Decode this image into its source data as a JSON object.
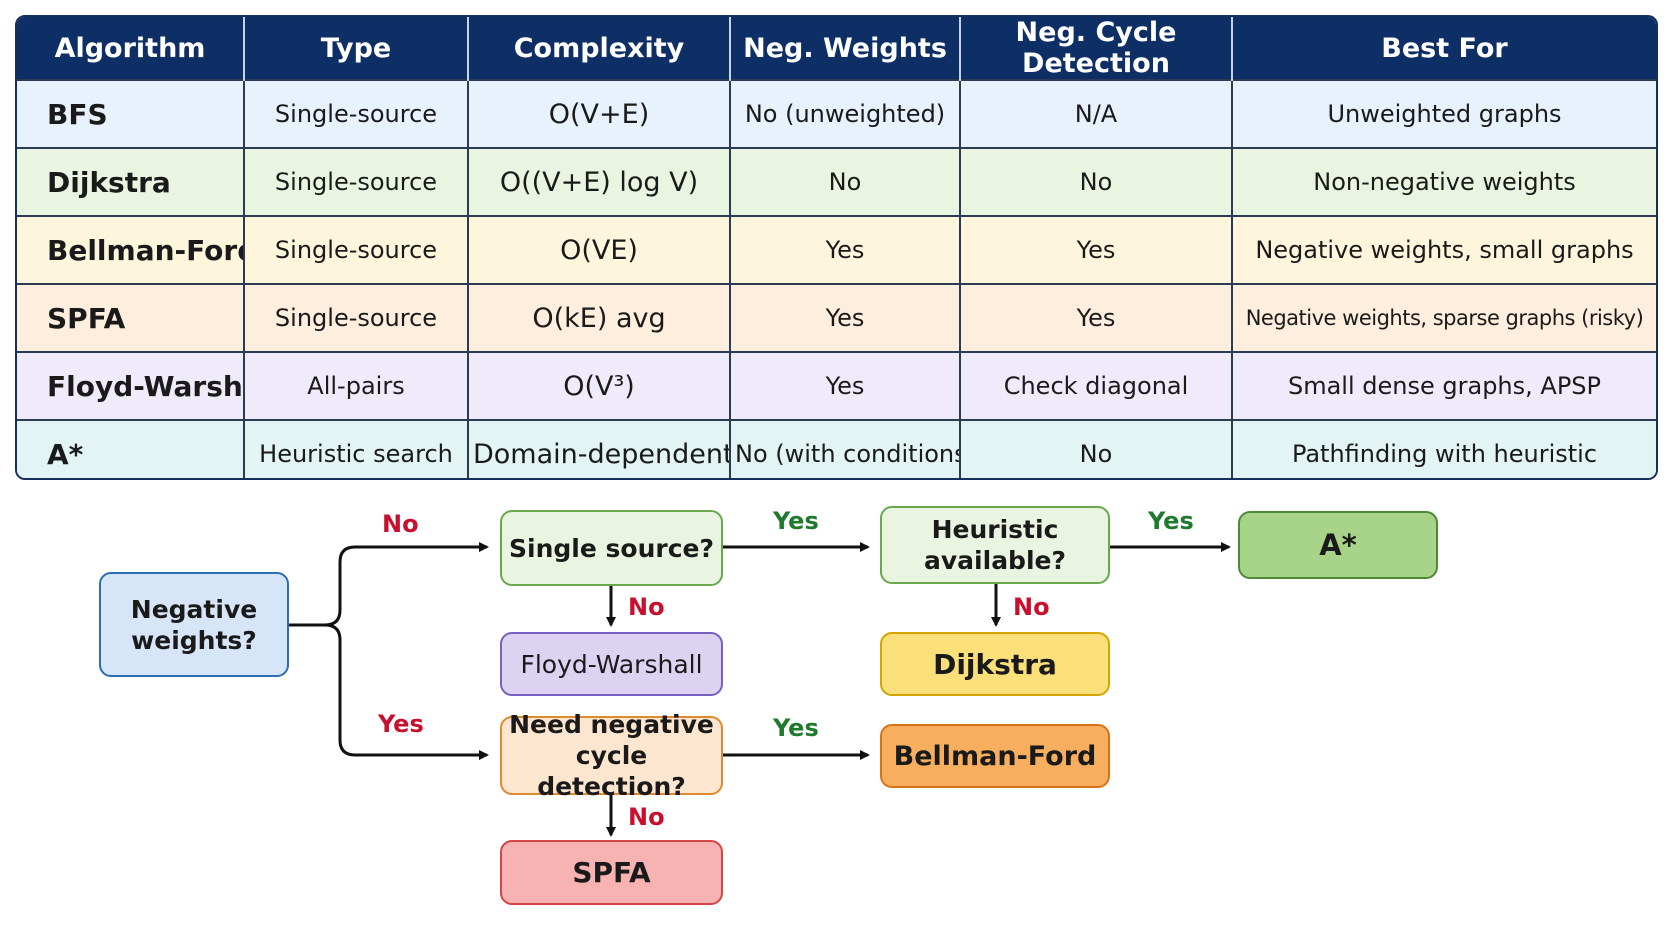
{
  "table": {
    "headers": [
      "Algorithm",
      "Type",
      "Complexity",
      "Neg. Weights",
      "Neg. Cycle Detection",
      "Best For"
    ],
    "rows": [
      {
        "name": "BFS",
        "type": "Single-source",
        "complexity": "O(V+E)",
        "neg_weights": "No (unweighted)",
        "neg_cycle": "N/A",
        "best_for": "Unweighted graphs",
        "bg": "#e8f2fd"
      },
      {
        "name": "Dijkstra",
        "type": "Single-source",
        "complexity": "O((V+E) log V)",
        "neg_weights": "No",
        "neg_cycle": "No",
        "best_for": "Non-negative weights",
        "bg": "#eaf5e1"
      },
      {
        "name": "Bellman-Ford",
        "type": "Single-source",
        "complexity": "O(VE)",
        "neg_weights": "Yes",
        "neg_cycle": "Yes",
        "best_for": "Negative weights, small graphs",
        "bg": "#fdf6dc"
      },
      {
        "name": "SPFA",
        "type": "Single-source",
        "complexity": "O(kE) avg",
        "neg_weights": "Yes",
        "neg_cycle": "Yes",
        "best_for": "Negative weights, sparse graphs (risky)",
        "bg": "#fdeedd"
      },
      {
        "name": "Floyd-Warshall",
        "type": "All-pairs",
        "complexity": "O(V³)",
        "neg_weights": "Yes",
        "neg_cycle": "Check diagonal",
        "best_for": "Small dense graphs, APSP",
        "bg": "#efebfa"
      },
      {
        "name": "A*",
        "type": "Heuristic search",
        "complexity": "Domain-dependent",
        "neg_weights": "No (with conditions)",
        "neg_cycle": "No",
        "best_for": "Pathfinding with heuristic",
        "bg": "#e2f4f3"
      }
    ]
  },
  "flowchart": {
    "nodes": {
      "negative_weights": {
        "text": "Negative\nweights?",
        "bg": "#d6e6f8",
        "border": "#2c6db3"
      },
      "single_source": {
        "text": "Single source?",
        "bg": "#eaf5e1",
        "border": "#6aa84f"
      },
      "heuristic": {
        "text": "Heuristic\navailable?",
        "bg": "#eaf5e1",
        "border": "#6aa84f"
      },
      "astar": {
        "text": "A*",
        "bg": "#a8d48a",
        "border": "#4e8a35"
      },
      "floyd": {
        "text": "Floyd-Warshall",
        "bg": "#dcd3f3",
        "border": "#7a5fc2"
      },
      "dijkstra": {
        "text": "Dijkstra",
        "bg": "#fbe07a",
        "border": "#d4a500"
      },
      "need_cycle": {
        "text": "Need negative\ncycle detection?",
        "bg": "#fde6cf",
        "border": "#e08a2e"
      },
      "bellman": {
        "text": "Bellman-Ford",
        "bg": "#f7ae5e",
        "border": "#d9731a"
      },
      "spfa": {
        "text": "SPFA",
        "bg": "#f7b2b2",
        "border": "#d64545"
      }
    },
    "labels": {
      "no_top": "No",
      "yes_bottom": "Yes",
      "yes_single": "Yes",
      "no_single": "No",
      "yes_heuristic": "Yes",
      "no_heuristic": "No",
      "yes_cycle": "Yes",
      "no_cycle": "No"
    }
  }
}
